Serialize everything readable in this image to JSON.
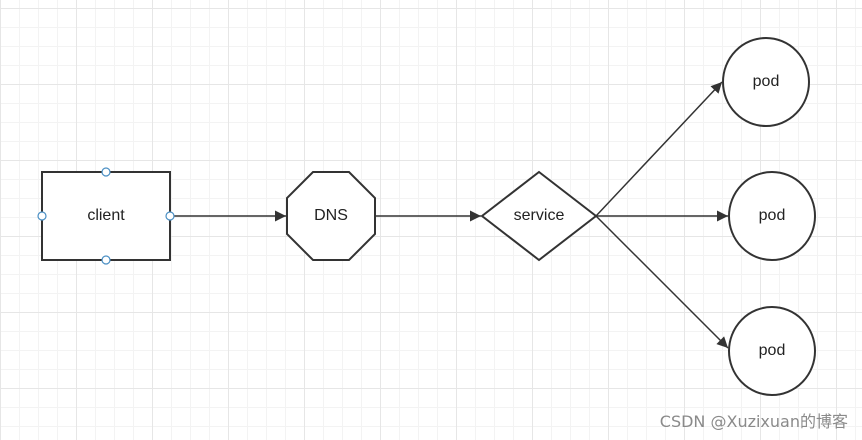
{
  "nodes": {
    "client": {
      "label": "client"
    },
    "dns": {
      "label": "DNS"
    },
    "service": {
      "label": "service"
    },
    "pod_top": {
      "label": "pod"
    },
    "pod_middle": {
      "label": "pod"
    },
    "pod_bottom": {
      "label": "pod"
    }
  },
  "edges": [
    {
      "from": "client",
      "to": "DNS"
    },
    {
      "from": "DNS",
      "to": "service"
    },
    {
      "from": "service",
      "to": "pod"
    },
    {
      "from": "service",
      "to": "pod"
    },
    {
      "from": "service",
      "to": "pod"
    }
  ],
  "watermark": "CSDN @Xuzixuan的博客",
  "colors": {
    "stroke": "#333333",
    "handle": "#4a8fc4",
    "grid": "#e6e6e6"
  }
}
